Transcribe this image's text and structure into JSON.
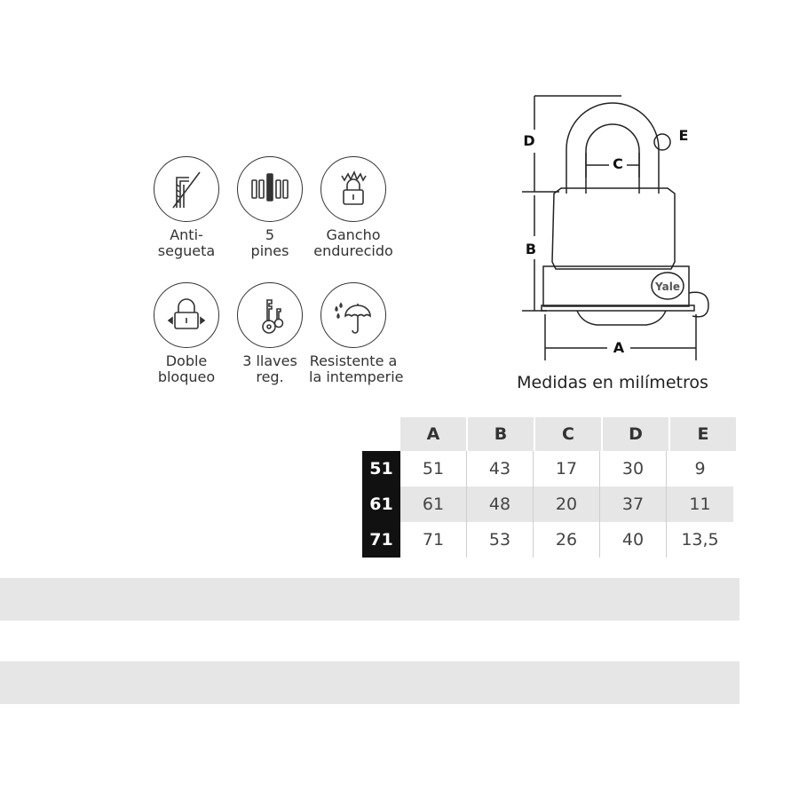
{
  "features": [
    {
      "icon": "hacksaw-icon",
      "label_lines": [
        "Anti-",
        "segueta"
      ]
    },
    {
      "icon": "pins-icon",
      "label_lines": [
        "5",
        "pines"
      ]
    },
    {
      "icon": "hardened-shackle-icon",
      "label_lines": [
        "Gancho",
        "endurecido"
      ]
    },
    {
      "icon": "double-locking-icon",
      "label_lines": [
        "Doble",
        "bloqueo"
      ]
    },
    {
      "icon": "keys-icon",
      "label_lines": [
        "3 llaves",
        "reg."
      ]
    },
    {
      "icon": "umbrella-rain-icon",
      "label_lines": [
        "Resistente a",
        "la intemperie"
      ]
    }
  ],
  "diagram": {
    "labels": {
      "A": "A",
      "B": "B",
      "C": "C",
      "D": "D",
      "E": "E"
    },
    "brand": "Yale",
    "caption": "Medidas en milímetros"
  },
  "table": {
    "headers": [
      "A",
      "B",
      "C",
      "D",
      "E"
    ],
    "rows": [
      {
        "model": "51",
        "values": [
          "51",
          "43",
          "17",
          "30",
          "9"
        ]
      },
      {
        "model": "61",
        "values": [
          "61",
          "48",
          "20",
          "37",
          "11"
        ]
      },
      {
        "model": "71",
        "values": [
          "71",
          "53",
          "26",
          "40",
          "13,5"
        ]
      }
    ]
  }
}
